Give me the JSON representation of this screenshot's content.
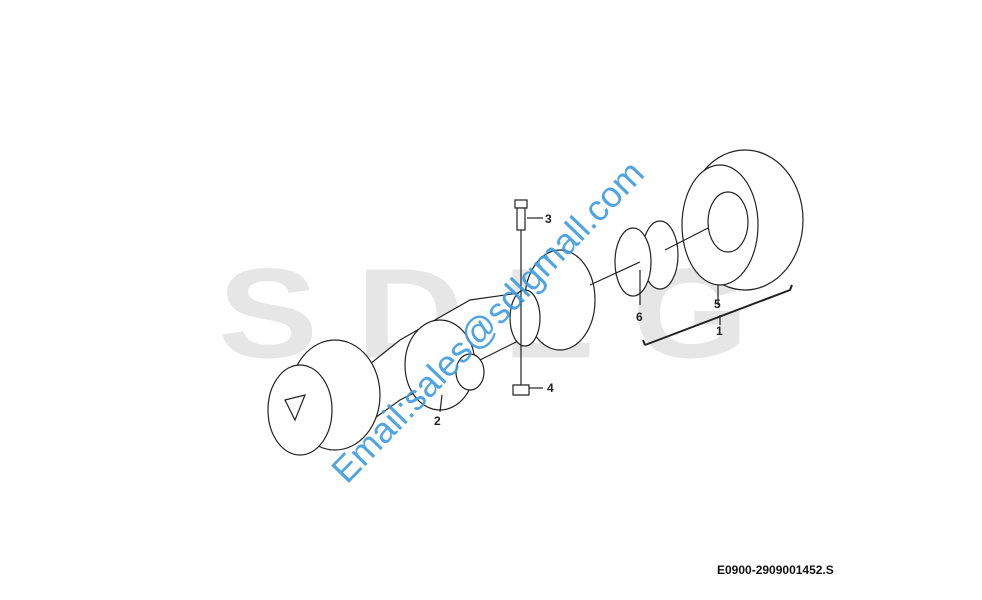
{
  "background_logo": "SDLG",
  "callouts": [
    "1",
    "2",
    "3",
    "4",
    "5",
    "6"
  ],
  "drawing_code": "E0900-2909001452.S",
  "watermark": "Email:sales@sdlgmall.com",
  "colors": {
    "watermark": "#3d9be0",
    "logo": "#e6e6e6",
    "line": "#222222"
  }
}
